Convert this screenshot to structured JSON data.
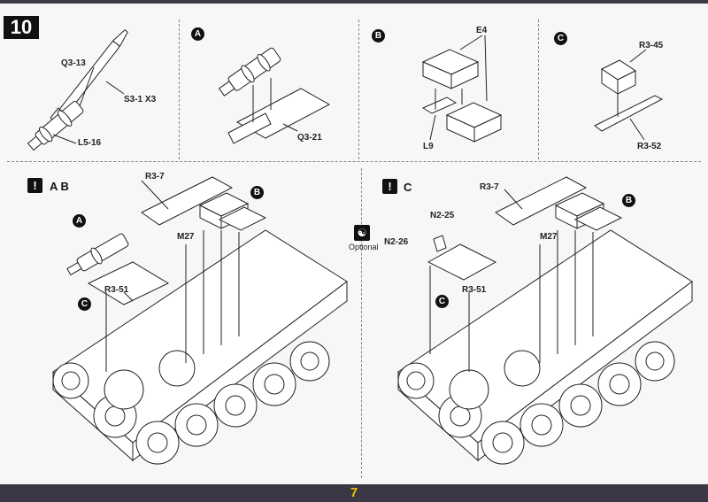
{
  "step_number": "10",
  "page_number": "7",
  "panels": {
    "ammo": {
      "labels": [
        "Q3-13",
        "S3-1 X3",
        "L5-16"
      ]
    },
    "sub_a": {
      "letter": "A",
      "labels": [
        "Q3-21"
      ]
    },
    "sub_b": {
      "letter": "B",
      "labels": [
        "E4",
        "L9"
      ]
    },
    "sub_c": {
      "letter": "C",
      "labels": [
        "R3-45",
        "R3-52"
      ]
    }
  },
  "variant_ab": {
    "warn": "!",
    "title": "A B",
    "labels": [
      "R3-7",
      "M27",
      "R3-51"
    ],
    "callouts": [
      "A",
      "B",
      "C"
    ]
  },
  "variant_c": {
    "warn": "!",
    "title": "C",
    "labels": [
      "R3-7",
      "N2-25",
      "N2-26",
      "M27",
      "R3-51"
    ],
    "callouts": [
      "B",
      "C"
    ],
    "optional": "Optional"
  },
  "colors": {
    "background": "#f7f7f5",
    "page_number": "#f0c000",
    "ink": "#111111"
  }
}
